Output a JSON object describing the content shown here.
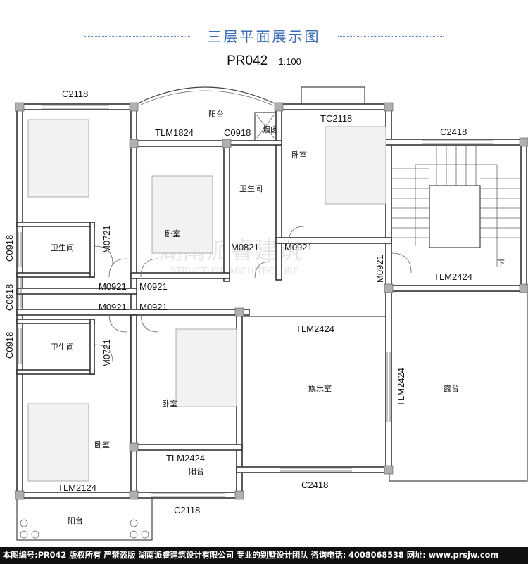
{
  "title": "三层平面展示图",
  "plan_code": "PR042",
  "scale": "1:100",
  "labels": {
    "c2118_top": "C2118",
    "c2118_bottom": "C2118",
    "c2418_right": "C2418",
    "c2418_bottom": "C2418",
    "tlm1824": "TLM1824",
    "c0918_mid": "C0918",
    "tc2118": "TC2118",
    "c0918_left1": "C0918",
    "c0918_left2": "C0918",
    "c0918_left3": "C0918",
    "m0721_top": "M0721",
    "m0721_bottom": "M0721",
    "m0821": "M0821",
    "m0921_right_top": "M0921",
    "m0921_vertical": "M0921",
    "m0921_a": "M0921",
    "m0921_b": "M0921",
    "m0921_c": "M0921",
    "m0921_d": "M0921",
    "tlm2424_stair": "TLM2424",
    "tlm2424_ent": "TLM2424",
    "tlm2424_vertical": "TLM2424",
    "tlm2424_lower": "TLM2424",
    "tlm2124": "TLM2124"
  },
  "rooms": {
    "balcony_top": "阳台",
    "chimney": "烟囱",
    "bedroom_right": "卧室",
    "bathroom_mid": "卫生间",
    "bedroom_mid": "卧室",
    "bathroom_left_top": "卫生间",
    "bathroom_left_bottom": "卫生间",
    "bedroom_lower_mid": "卧室",
    "bedroom_lower_left": "卧室",
    "entertainment": "娱乐室",
    "terrace": "露台",
    "balcony_lower": "阳台",
    "balcony_bottom": "阳台",
    "stair_down": "下"
  },
  "watermark": {
    "main": "湖南派睿建筑",
    "sub": "STRUCTURE ARCHITECTURE"
  },
  "footer": "本图编号:PR042 版权所有 严禁盗版 湖南派睿建筑设计有限公司 专业的别墅设计团队 咨询电话: 4008068538 网址: www.prsjw.com"
}
